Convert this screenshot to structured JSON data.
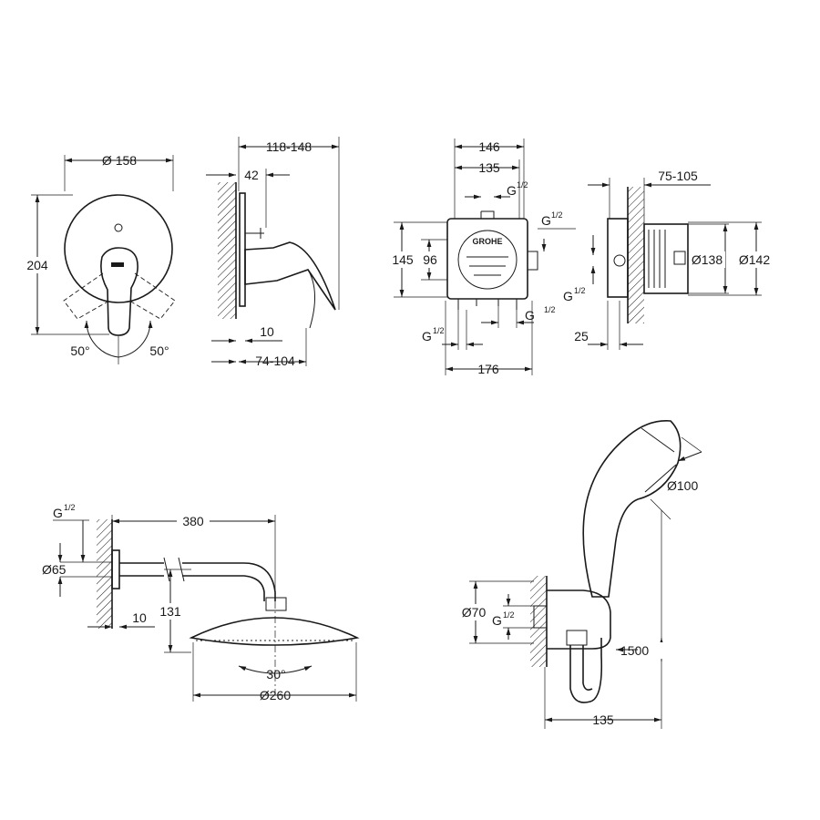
{
  "mixer": {
    "dia_face": "Ø 158",
    "height": "204",
    "angle_left": "50°",
    "angle_right": "50°",
    "depth_range": "118-148",
    "spindle": "42",
    "plate": "10",
    "wall_range": "74-104"
  },
  "body_front": {
    "outer_width": "146",
    "inner_width": "135",
    "g_top": "G",
    "g_right_upper": "G",
    "g_right_lower": "G",
    "g_bottom_left": "G",
    "thread_frac": "1/2",
    "height_outer": "145",
    "height_inner": "96",
    "base_width": "176",
    "brand_mark": "GROHE"
  },
  "body_side": {
    "depth_range": "75-105",
    "g_left": "G",
    "dia_inner": "Ø138",
    "dia_outer": "Ø142",
    "offset": "25"
  },
  "head_shower": {
    "g": "G",
    "arm_length": "380",
    "flange_dia": "Ø65",
    "flange_depth": "10",
    "drop": "131",
    "tilt": "30°",
    "head_dia": "Ø260"
  },
  "hand_shower": {
    "head_dia": "Ø100",
    "elbow_dia": "Ø70",
    "g": "G",
    "hose_length": "1500",
    "offset": "135"
  }
}
